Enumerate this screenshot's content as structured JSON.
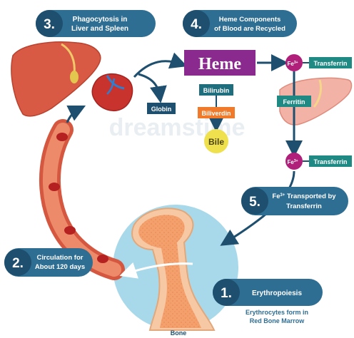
{
  "steps": [
    {
      "number": "1.",
      "label": "Erythropoiesis"
    },
    {
      "number": "2.",
      "label_line1": "Circulation for",
      "label_line2": "About 120 days"
    },
    {
      "number": "3.",
      "label_line1": "Phagocytosis in",
      "label_line2": "Liver and Spleen"
    },
    {
      "number": "4.",
      "label_line1": "Heme Components",
      "label_line2": "of Blood are Recycled"
    },
    {
      "number": "5.",
      "label_line1_main": "Fe",
      "label_line1_sup": "3+",
      "label_line1_rest": " Transported by",
      "label_line2": "Transferrin"
    }
  ],
  "heme": "Heme",
  "globin": "Globin",
  "bilirubin": "Bilirubin",
  "biliverdin": "Biliverdin",
  "bile": "Bile",
  "fe": {
    "main": "Fe",
    "sup": "3+"
  },
  "transferrin_top": "Transferrin",
  "ferritin": "Ferritin",
  "transferrin_bottom": "Transferrin",
  "bone_note_line1": "Erythrocytes form in",
  "bone_note_line2": "Red Bone Marrow",
  "bone_label": "Bone",
  "watermark": "dreamstime",
  "colors": {
    "badge_dark": "#1e4f6e",
    "badge_light": "#2f6e93",
    "heme_purple": "#8b2a8e",
    "teal": "#1f8a84",
    "orange": "#f07a2a",
    "bile_yellow": "#efe04d",
    "fe_magenta": "#b0207a",
    "liver": "#d85a44",
    "bone_circle": "#a8d9ea"
  }
}
